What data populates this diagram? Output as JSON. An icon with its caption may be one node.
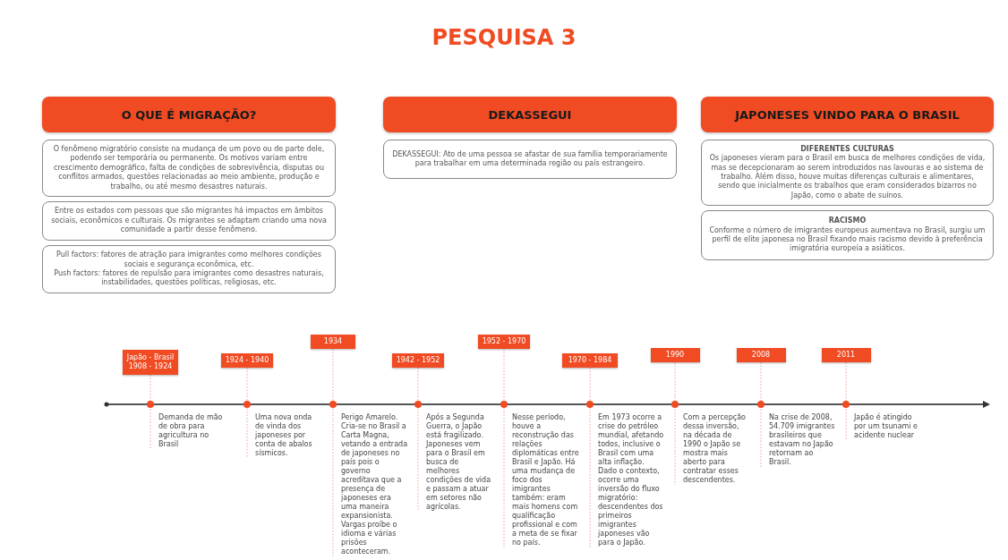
{
  "diagram": {
    "title": "PESQUISA 3",
    "nodes": [
      {
        "text": [
          "O QUE É MIGRAÇÃO?"
        ]
      },
      {
        "text": [
          "O fenômeno migratório consiste na mudança de um povo ou de parte dele, podendo ser temporária ou permanente. Os motivos variam entre crescimento demográfico, falta de condições de sobrevivência, disputas ou conflitos armados, questões relacionadas ao meio ambiente, produção e trabalho, ou até mesmo desastres naturais."
        ]
      },
      {
        "text": [
          "Entre os estados com pessoas que são migrantes há impactos em âmbitos sociais, econômicos e culturais. Os migrantes se adaptam criando uma nova comunidade a partir desse fenômeno."
        ]
      },
      {
        "text": [
          "Pull factors: fatores de atração para imigrantes como melhores condições sociais e segurança econômica, etc.",
          "Push factors: fatores de repulsão para imigrantes como desastres naturais, instabilidades, questões políticas, religiosas, etc."
        ]
      },
      {
        "text": [
          "DEKASSEGUI"
        ]
      },
      {
        "text": [
          "DEKASSEGUI: Ato de uma pessoa se afastar de sua família temporariamente para trabalhar em uma determinada região ou país estrangeiro."
        ]
      },
      {
        "text": [
          "JAPONESES VINDO PARA O BRASIL"
        ]
      },
      {
        "text": [
          "DIFERENTES CULTURAS",
          "Os japoneses vieram para o Brasil em busca de melhores condições de vida, mas se decepcionaram ao serem introduzidos nas lavouras e ao sistema de trabalho. Além disso, houve muitas diferenças culturais e alimentares, sendo que inicialmente os trabalhos que eram considerados bizarros no Japão, como o abate de suínos."
        ]
      },
      {
        "text": [
          "RACISMO",
          "Conforme o número de imigrantes europeus aumentava no Brasil, surgiu um perfil de elite japonesa no Brasil fixando mais racismo devido à preferência imigratória europeia a asiáticos."
        ]
      },
      {
        "text": [
          "Japão - Brasil 1908 - 1924"
        ]
      },
      {
        "text": [
          "1924 - 1940"
        ]
      },
      {
        "text": [
          "1934"
        ]
      },
      {
        "text": [
          "1942 - 1952"
        ]
      },
      {
        "text": [
          "1952 - 1970"
        ]
      },
      {
        "text": [
          "1970 - 1984"
        ]
      },
      {
        "text": [
          "1990"
        ]
      },
      {
        "text": [
          "2008"
        ]
      },
      {
        "text": [
          "2011"
        ]
      },
      {
        "text": [
          "Demanda de mão de obra para agricultura no Brasil"
        ]
      },
      {
        "text": [
          "Uma nova onda de vinda dos japoneses por conta de abalos sísmicos."
        ]
      },
      {
        "text": [
          "Perigo Amarelo. Cria-se no Brasil a Carta Magna, vetando a entrada de japoneses no país pois o governo acreditava que a presença de japoneses era uma maneira expansionista. Vargas proíbe o idioma e várias prisões aconteceram."
        ]
      },
      {
        "text": [
          "Após a Segunda Guerra, o Japão está fragilizado. Japoneses vem para o Brasil em busca de melhores condições de vida e passam a atuar em setores não agrícolas."
        ]
      },
      {
        "text": [
          "Nesse período, houve a reconstrução das relações diplomáticas entre Brasil e Japão. Há uma mudança de foco dos imigrantes também: eram mais homens com qualificação profissional e com a meta de se fixar no país."
        ]
      },
      {
        "text": [
          "Em 1973 ocorre a crise do petróleo mundial, afetando todos, inclusive o Brasil com uma alta inflação. Dado o contexto, ocorre uma inversão do fluxo migratório: descendentes dos primeiros imigrantes japoneses vão para o Japão."
        ]
      },
      {
        "text": [
          "Com a percepção dessa inversão, na década de 1990 o Japão se mostra mais aberto para contratar esses descendentes."
        ]
      },
      {
        "text": [
          "Na crise de 2008, 54.709 imigrantes brasileiros que estavam no Japão retornam ao Brasil."
        ]
      },
      {
        "text": [
          "Japão é atingido por um tsunami e acidente nuclear"
        ]
      }
    ],
    "edges": [
      {
        "from": 9,
        "to": 18,
        "arrow": "none",
        "style": "dashed"
      },
      {
        "from": 10,
        "to": 19,
        "arrow": "none",
        "style": "dashed"
      },
      {
        "from": 11,
        "to": 20,
        "arrow": "none",
        "style": "dashed"
      },
      {
        "from": 12,
        "to": 21,
        "arrow": "none",
        "style": "dashed"
      },
      {
        "from": 13,
        "to": 22,
        "arrow": "none",
        "style": "dashed"
      },
      {
        "from": 14,
        "to": 23,
        "arrow": "none",
        "style": "dashed"
      },
      {
        "from": 15,
        "to": 24,
        "arrow": "none",
        "style": "dashed"
      },
      {
        "from": 16,
        "to": 25,
        "arrow": "none",
        "style": "dashed"
      },
      {
        "from": 17,
        "to": 26,
        "arrow": "none",
        "style": "dashed"
      }
    ]
  }
}
